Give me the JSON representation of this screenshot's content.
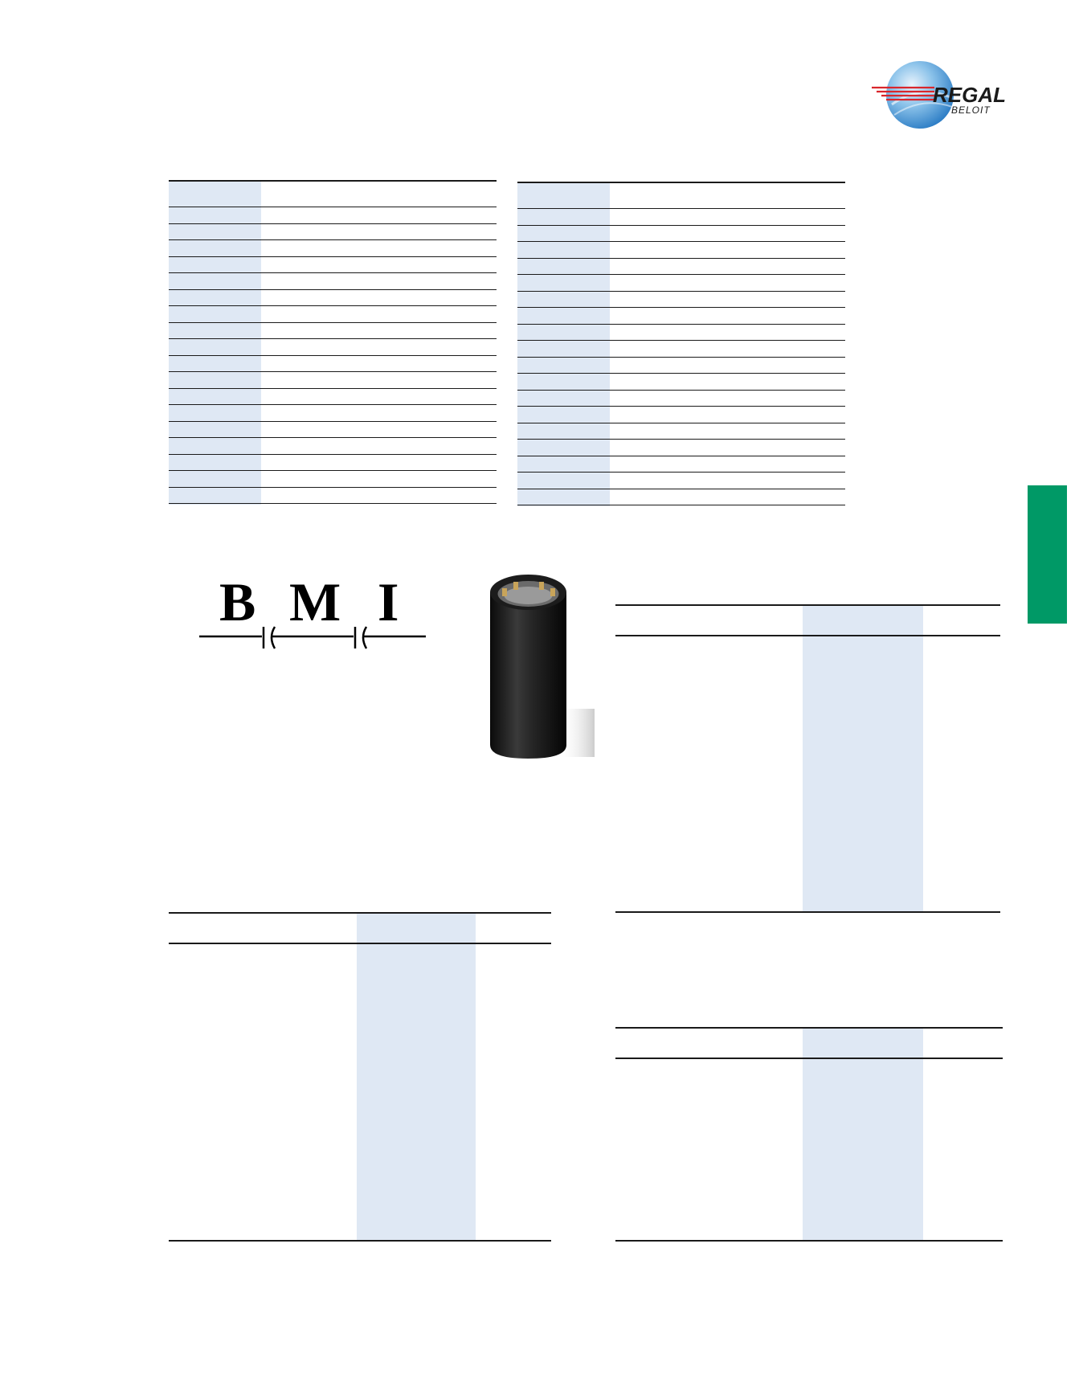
{
  "brand": {
    "logo_text": "REGAL",
    "logo_subtext": "BELOIT",
    "logo_red": "#d9262c",
    "logo_blue": "#1f6fb8"
  },
  "side_tab": {
    "color": "#009966"
  },
  "schematic": {
    "letters": [
      "B",
      "M",
      "I"
    ]
  },
  "table_colors": {
    "key_column": "#dfe8f4",
    "rule": "#1a1a1a"
  }
}
